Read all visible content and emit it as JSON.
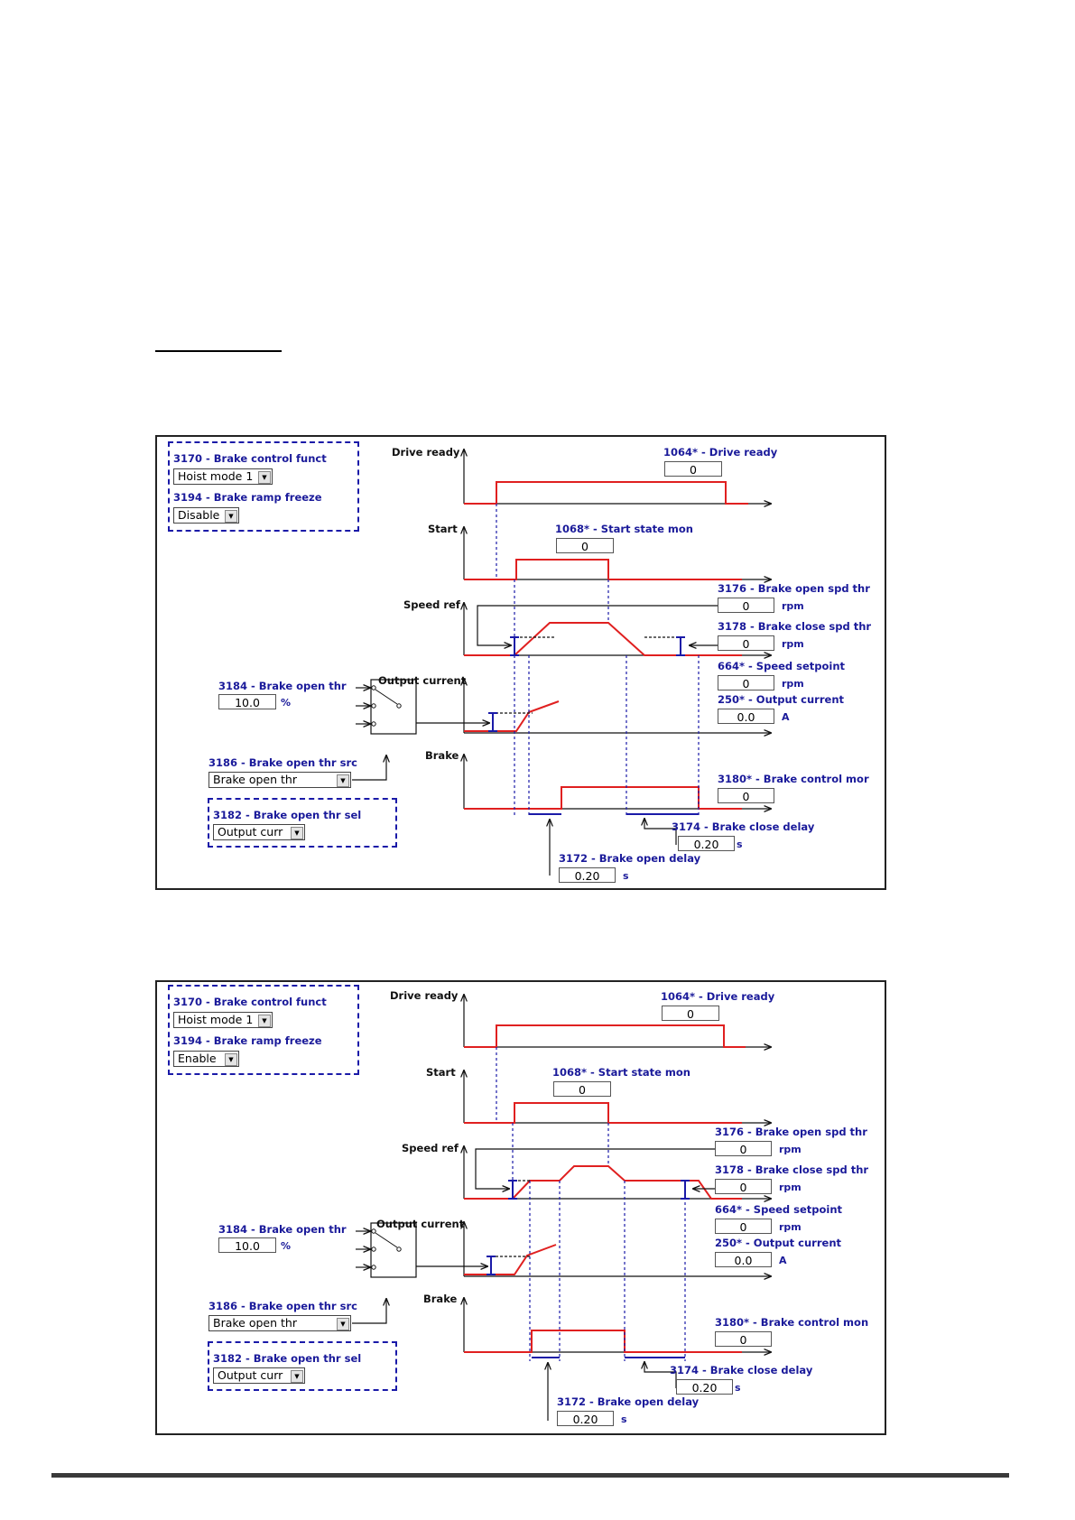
{
  "panels": [
    {
      "brake_control_funct": {
        "label": "3170 - Brake control funct",
        "value": "Hoist mode 1"
      },
      "brake_ramp_freeze": {
        "label": "3194 - Brake ramp freeze",
        "value": "Disable"
      },
      "axes": {
        "drive_ready": "Drive ready",
        "start": "Start",
        "speed_ref": "Speed ref",
        "output_current": "Output current",
        "brake": "Brake"
      },
      "drive_ready_mon": {
        "label": "1064* - Drive ready",
        "value": "0"
      },
      "start_state_mon": {
        "label": "1068* - Start state mon",
        "value": "0"
      },
      "brake_open_spd_thr": {
        "label": "3176 - Brake open spd thr",
        "value": "0",
        "unit": "rpm"
      },
      "brake_close_spd_thr": {
        "label": "3178 - Brake close spd thr",
        "value": "0",
        "unit": "rpm"
      },
      "speed_setpoint": {
        "label": "664* - Speed setpoint",
        "value": "0",
        "unit": "rpm"
      },
      "output_current_mon": {
        "label": "250* - Output current",
        "value": "0.0",
        "unit": "A"
      },
      "brake_open_thr": {
        "label": "3184 - Brake open thr",
        "value": "10.0",
        "unit": "%"
      },
      "brake_open_thr_src": {
        "label": "3186 - Brake open thr src",
        "value": "Brake open thr"
      },
      "brake_open_thr_sel": {
        "label": "3182 - Brake open thr sel",
        "value": "Output curr"
      },
      "brake_control_mon": {
        "label": "3180* - Brake control mor",
        "value": "0"
      },
      "brake_close_delay": {
        "label": "3174 - Brake close delay",
        "value": "0.20",
        "unit": "s"
      },
      "brake_open_delay": {
        "label": "3172 - Brake open delay",
        "value": "0.20",
        "unit": "s"
      }
    },
    {
      "brake_control_funct": {
        "label": "3170 - Brake control funct",
        "value": "Hoist mode 1"
      },
      "brake_ramp_freeze": {
        "label": "3194 - Brake ramp freeze",
        "value": "Enable"
      },
      "axes": {
        "drive_ready": "Drive ready",
        "start": "Start",
        "speed_ref": "Speed ref",
        "output_current": "Output current",
        "brake": "Brake"
      },
      "drive_ready_mon": {
        "label": "1064* - Drive ready",
        "value": "0"
      },
      "start_state_mon": {
        "label": "1068* - Start state mon",
        "value": "0"
      },
      "brake_open_spd_thr": {
        "label": "3176 - Brake open spd thr",
        "value": "0",
        "unit": "rpm"
      },
      "brake_close_spd_thr": {
        "label": "3178 - Brake close spd thr",
        "value": "0",
        "unit": "rpm"
      },
      "speed_setpoint": {
        "label": "664* - Speed setpoint",
        "value": "0",
        "unit": "rpm"
      },
      "output_current_mon": {
        "label": "250* - Output current",
        "value": "0.0",
        "unit": "A"
      },
      "brake_open_thr": {
        "label": "3184 - Brake open thr",
        "value": "10.0",
        "unit": "%"
      },
      "brake_open_thr_src": {
        "label": "3186 - Brake open thr src",
        "value": "Brake open thr"
      },
      "brake_open_thr_sel": {
        "label": "3182 - Brake open thr sel",
        "value": "Output curr"
      },
      "brake_control_mon": {
        "label": "3180* - Brake control mon",
        "value": "0"
      },
      "brake_close_delay": {
        "label": "3174 - Brake close delay",
        "value": "0.20",
        "unit": "s"
      },
      "brake_open_delay": {
        "label": "3172 - Brake open delay",
        "value": "0.20",
        "unit": "s"
      }
    }
  ],
  "colors": {
    "signal": "#e02020",
    "annotation": "#1a1aa8",
    "axis": "#111111"
  }
}
